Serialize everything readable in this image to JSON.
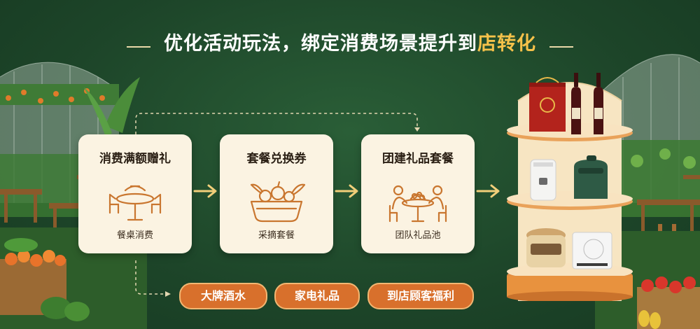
{
  "title": {
    "main": "优化活动玩法，绑定消费场景提升到",
    "highlight": "店转化"
  },
  "cards": [
    {
      "title": "消费满额赠礼",
      "subtitle": "餐桌消费",
      "icon": "dining-table-icon"
    },
    {
      "title": "套餐兑换券",
      "subtitle": "采摘套餐",
      "icon": "harvest-basket-icon"
    },
    {
      "title": "团建礼品套餐",
      "subtitle": "团队礼品池",
      "icon": "team-meal-icon"
    }
  ],
  "tags": [
    "大牌酒水",
    "家电礼品",
    "到店顾客福利"
  ],
  "colors": {
    "bg": "#1f4a2c",
    "accent": "#f6c24a",
    "pill": "#d8702c",
    "card": "#fbf3e2",
    "icon": "#c9762f"
  }
}
